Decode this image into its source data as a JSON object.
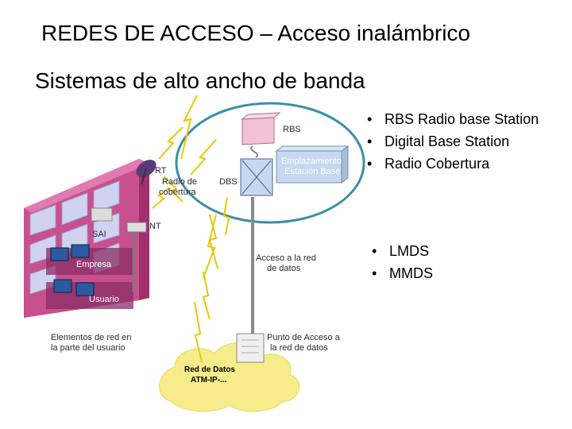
{
  "title": "REDES DE ACCESO – Acceso inalámbrico",
  "subtitle": "Sistemas de alto ancho de banda",
  "bullets_1": [
    "RBS Radio base Station",
    "Digital Base Station",
    "Radio Cobertura"
  ],
  "bullets_2": [
    "LMDS",
    "MMDS"
  ],
  "diagram": {
    "rbs": "RBS",
    "emplazamiento_1": "Emplazamiento",
    "emplazamiento_2": "Estación Base",
    "dbs": "DBS",
    "rt": "RT",
    "radio_cob_1": "Radio de",
    "radio_cob_2": "cobertura",
    "nt": "NT",
    "sai": "SAI",
    "empresa": "Empresa",
    "usuario": "Usuario",
    "acceso_red_1": "Acceso a la red",
    "acceso_red_2": "de datos",
    "elementos_1": "Elementos de red en",
    "elementos_2": "la parte del usuario",
    "punto_acceso_1": "Punto de Acceso a",
    "punto_acceso_2": "la red de datos",
    "red_datos_1": "Red de Datos",
    "red_datos_2": "ATM-IP-..."
  },
  "colors": {
    "building_front": "#c8508e",
    "building_side": "#a0306e",
    "window": "#cfd3f0",
    "cloud": "#f6ec8a",
    "circle": "#3a8fa8",
    "box_blue": "#c6d8f0",
    "rbs_box": "#f2c2d8",
    "lightning": "#e8c800"
  }
}
